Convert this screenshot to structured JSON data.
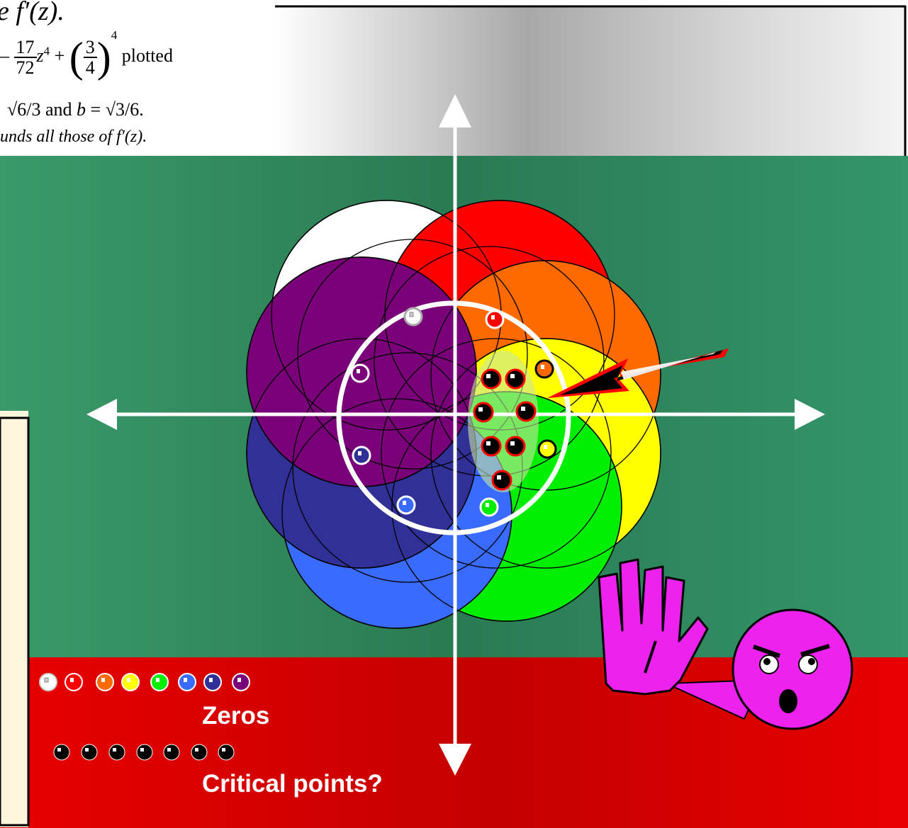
{
  "title_fragment": "e f′(z).",
  "formula": {
    "minus": "–",
    "frac_num": "17",
    "frac_den": "72",
    "z_term": "z",
    "z_exp": "4",
    "plus": "+",
    "inner_num": "3",
    "inner_den": "4",
    "outer_exp": "4",
    "tail": "plotted"
  },
  "line2": {
    "sqrt_a": "√6/3",
    "and": "and",
    "b_var": "b",
    "equals": "=",
    "sqrt_b": "√3/6."
  },
  "line3": "unds all those of f′(z).",
  "legend": {
    "zeros_label": "Zeros",
    "critical_label": "Critical points?"
  },
  "colors": {
    "green_bg": "#2e8a5e",
    "red_band": "#e00000",
    "cream_panel": "#fff5dc",
    "white": "#ffffff",
    "red": "#ff0000",
    "orange": "#ff6a00",
    "yellow": "#ffff00",
    "green": "#00ee00",
    "light_blue": "#3a6bff",
    "navy": "#303096",
    "purple": "#7a007a",
    "magenta": "#ee22ee"
  },
  "zero_colors": [
    "white",
    "red",
    "orange",
    "yellow",
    "green",
    "light_blue",
    "navy",
    "purple"
  ],
  "critical_points_count": 7
}
